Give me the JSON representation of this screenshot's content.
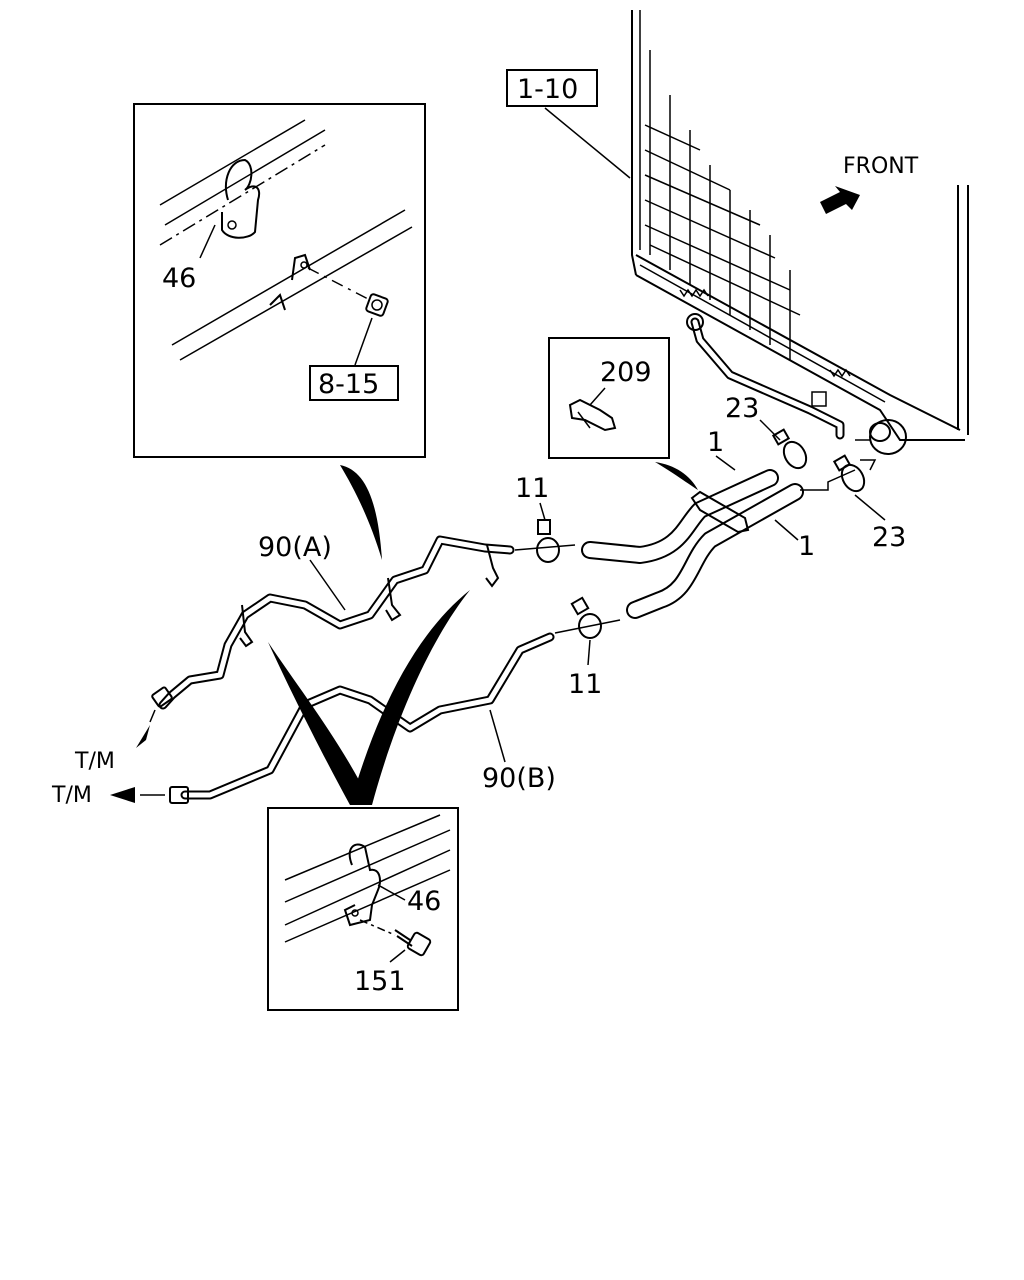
{
  "labels": {
    "radiator_ref": "1-10",
    "front": "FRONT",
    "clip_top_inset": "46",
    "nut_ref": "8-15",
    "clamp_bracket": "209",
    "hose_clamp_upper_right": "23",
    "hose_clamp_lower_right": "23",
    "hose_upper": "1",
    "hose_lower": "1",
    "clip_upper": "11",
    "clip_lower": "11",
    "pipe_a": "90(A)",
    "pipe_b": "90(B)",
    "to_transmission_a": "T/M",
    "to_transmission_b": "T/M",
    "clip_bottom_inset": "46",
    "bolt": "151"
  },
  "colors": {
    "line": "#000000",
    "background": "#ffffff"
  },
  "icons": {
    "front_arrow": "arrow-upright-icon",
    "tm_arrow": "arrow-left-icon"
  }
}
